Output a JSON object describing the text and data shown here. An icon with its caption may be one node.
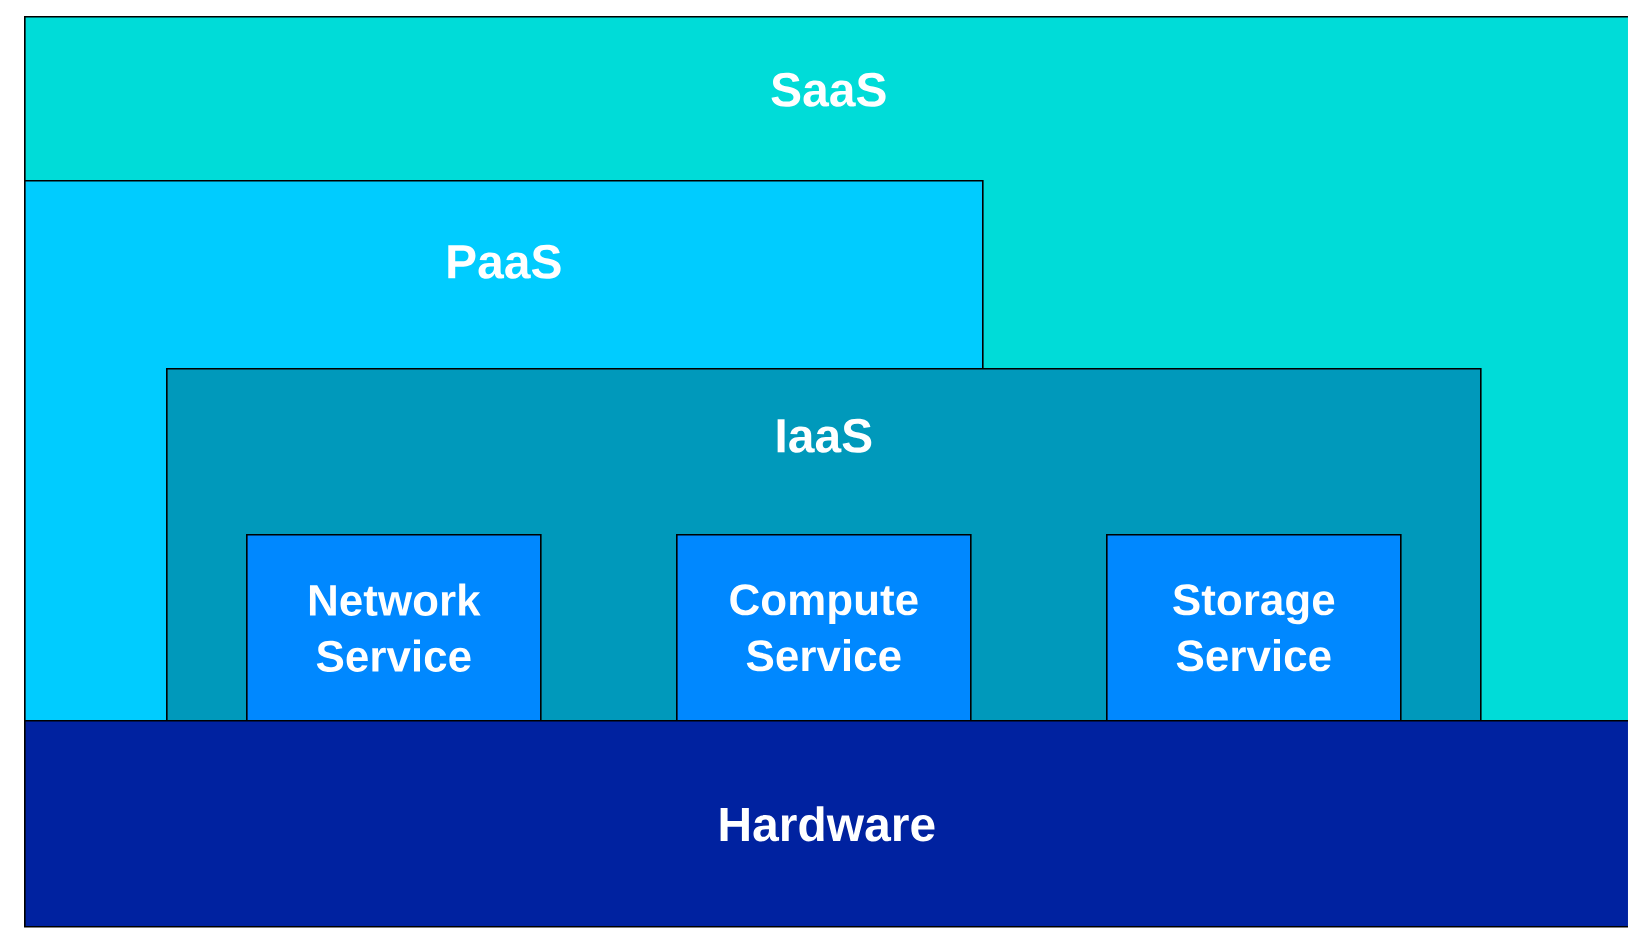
{
  "diagram": {
    "nodes": [
      {
        "text": [
          "SaaS"
        ]
      },
      {
        "text": [
          "PaaS"
        ],
        "in": 0
      },
      {
        "text": [
          "IaaS"
        ],
        "in": 0
      },
      {
        "text": [
          "Network Service"
        ]
      },
      {
        "text": [
          "Compute Service"
        ]
      },
      {
        "text": [
          "Storage Service"
        ],
        "in": 2
      },
      {
        "text": [
          "Hardware"
        ]
      }
    ]
  }
}
